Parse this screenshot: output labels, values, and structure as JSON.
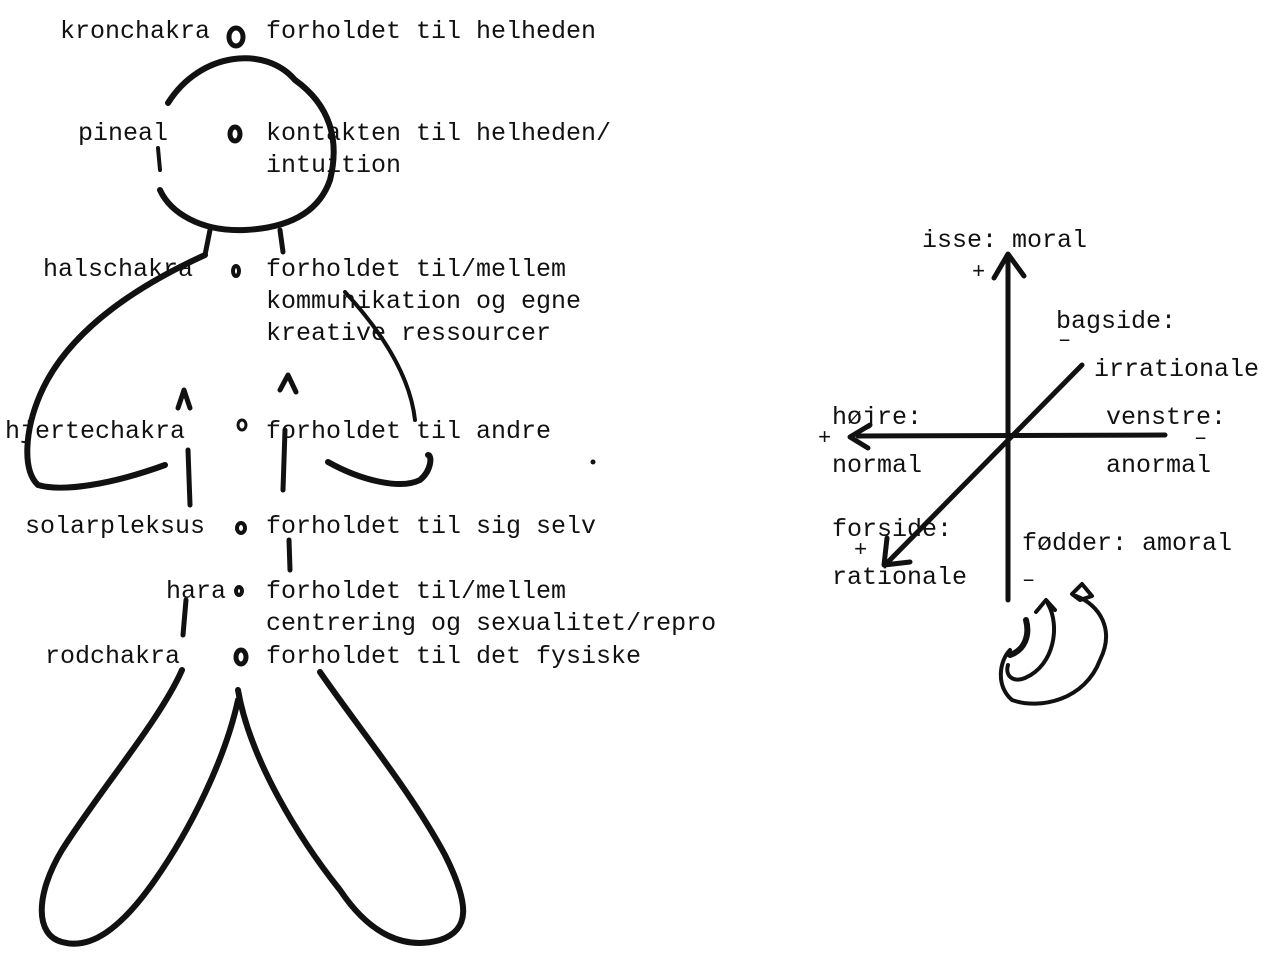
{
  "chakras": [
    {
      "name": "kronchakra",
      "description": [
        "forholdet til helheden"
      ]
    },
    {
      "name": "pineal",
      "description": [
        "kontakten til helheden/",
        "intuition"
      ]
    },
    {
      "name": "halschakra",
      "description": [
        "forholdet til/mellem",
        "kommunikation og egne",
        "kreative ressourcer"
      ]
    },
    {
      "name": "hjertechakra",
      "description": [
        "forholdet til andre"
      ]
    },
    {
      "name": "solarpleksus",
      "description": [
        "forholdet til sig selv"
      ]
    },
    {
      "name": "hara",
      "description": [
        "forholdet til/mellem",
        "centrering og sexualitet/repro"
      ]
    },
    {
      "name": "rodchakra",
      "description": [
        "forholdet til det fysiske"
      ]
    }
  ],
  "axes": {
    "up": {
      "label": "isse: moral",
      "sign": "+"
    },
    "down": {
      "label": "fødder: amoral",
      "sign": "–"
    },
    "left": {
      "label": [
        "højre:",
        "normal"
      ],
      "sign": "+"
    },
    "right": {
      "label": [
        "venstre:",
        "anormal"
      ],
      "sign": "–"
    },
    "back": {
      "label": [
        "bagside:",
        "irrationale"
      ],
      "sign": "–"
    },
    "front": {
      "label": [
        "forside:",
        "rationale"
      ],
      "sign": "+"
    }
  }
}
